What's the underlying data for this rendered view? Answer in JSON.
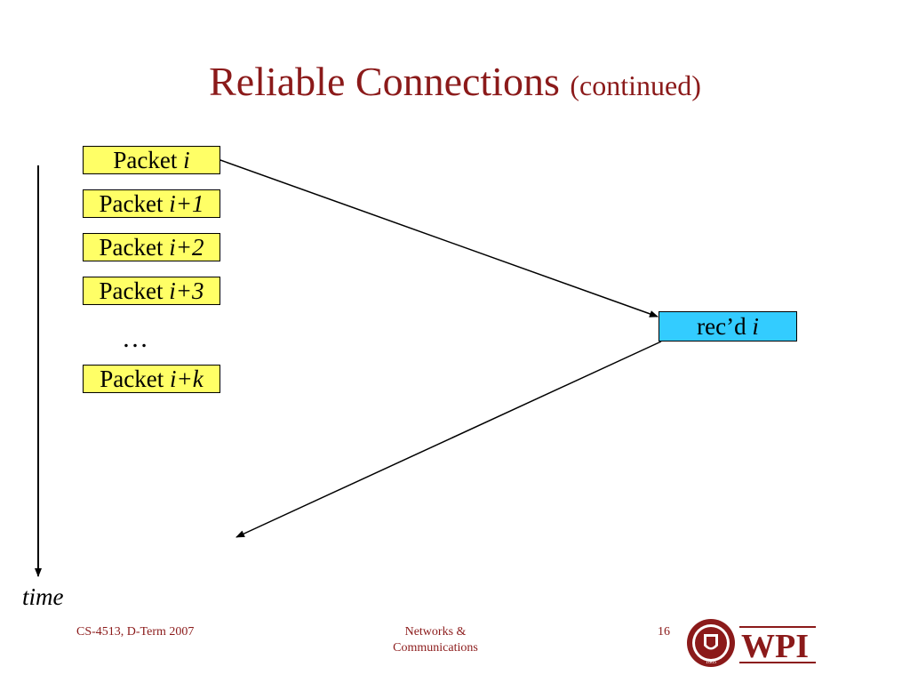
{
  "slide": {
    "title": "Reliable Connections",
    "title_sub": "(continued)"
  },
  "packets": [
    {
      "prefix": "Packet ",
      "index": "i"
    },
    {
      "prefix": "Packet ",
      "index": "i+1"
    },
    {
      "prefix": "Packet ",
      "index": "i+2"
    },
    {
      "prefix": "Packet ",
      "index": "i+3"
    },
    {
      "prefix": "Packet ",
      "index": "i+k"
    }
  ],
  "ellipsis": "…",
  "receiver": {
    "prefix": "rec’d ",
    "index": "i"
  },
  "axis": {
    "label": "time"
  },
  "footer": {
    "left": "CS-4513, D-Term 2007",
    "center_line1": "Networks &",
    "center_line2": "Communications",
    "page": "16"
  },
  "logo": {
    "text": "WPI",
    "seal_year": "1865"
  },
  "colors": {
    "title": "#8b1a1a",
    "packet_fill": "#ffff66",
    "receiver_fill": "#33ccff"
  }
}
